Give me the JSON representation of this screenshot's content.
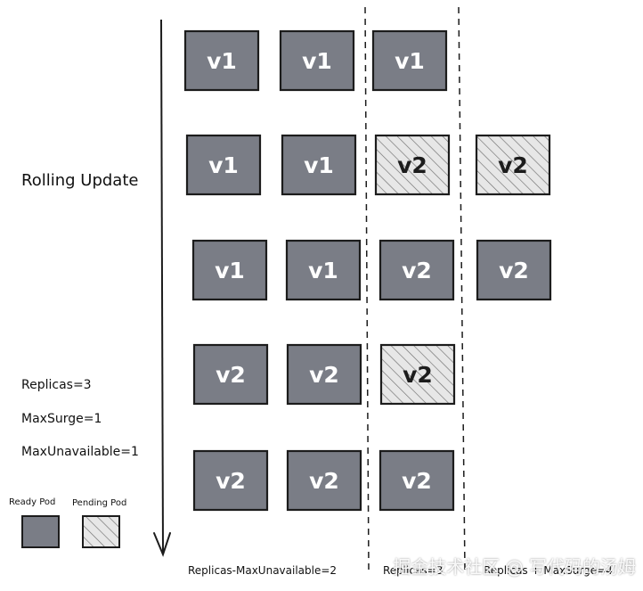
{
  "title": "Rolling Update",
  "params": {
    "replicas": "Replicas=3",
    "max_surge": "MaxSurge=1",
    "max_unavailable": "MaxUnavailable=1"
  },
  "legend": {
    "ready_label": "Ready Pod",
    "pending_label": "Pending Pod"
  },
  "bottom_labels": {
    "left": "Replicas-MaxUnavailable=2",
    "middle": "Replicas=3",
    "right": "Replicas + MaxSurge=4"
  },
  "watermark": "掘金技术社区 @ 写代码的汤姆",
  "colors": {
    "ready_fill": "#7a7d86",
    "pending_fill": "#e7e7e7",
    "outline": "#1c1c1c",
    "ready_text": "#ffffff",
    "pending_text": "#1c1c1c"
  },
  "rows": [
    [
      {
        "label": "v1",
        "state": "ready"
      },
      {
        "label": "v1",
        "state": "ready"
      },
      {
        "label": "v1",
        "state": "ready"
      }
    ],
    [
      {
        "label": "v1",
        "state": "ready"
      },
      {
        "label": "v1",
        "state": "ready"
      },
      {
        "label": "v2",
        "state": "pending"
      },
      {
        "label": "v2",
        "state": "pending"
      }
    ],
    [
      {
        "label": "v1",
        "state": "ready"
      },
      {
        "label": "v1",
        "state": "ready"
      },
      {
        "label": "v2",
        "state": "ready"
      },
      {
        "label": "v2",
        "state": "ready"
      }
    ],
    [
      {
        "label": "v2",
        "state": "ready"
      },
      {
        "label": "v2",
        "state": "ready"
      },
      {
        "label": "v2",
        "state": "pending"
      }
    ],
    [
      {
        "label": "v2",
        "state": "ready"
      },
      {
        "label": "v2",
        "state": "ready"
      },
      {
        "label": "v2",
        "state": "ready"
      }
    ]
  ]
}
